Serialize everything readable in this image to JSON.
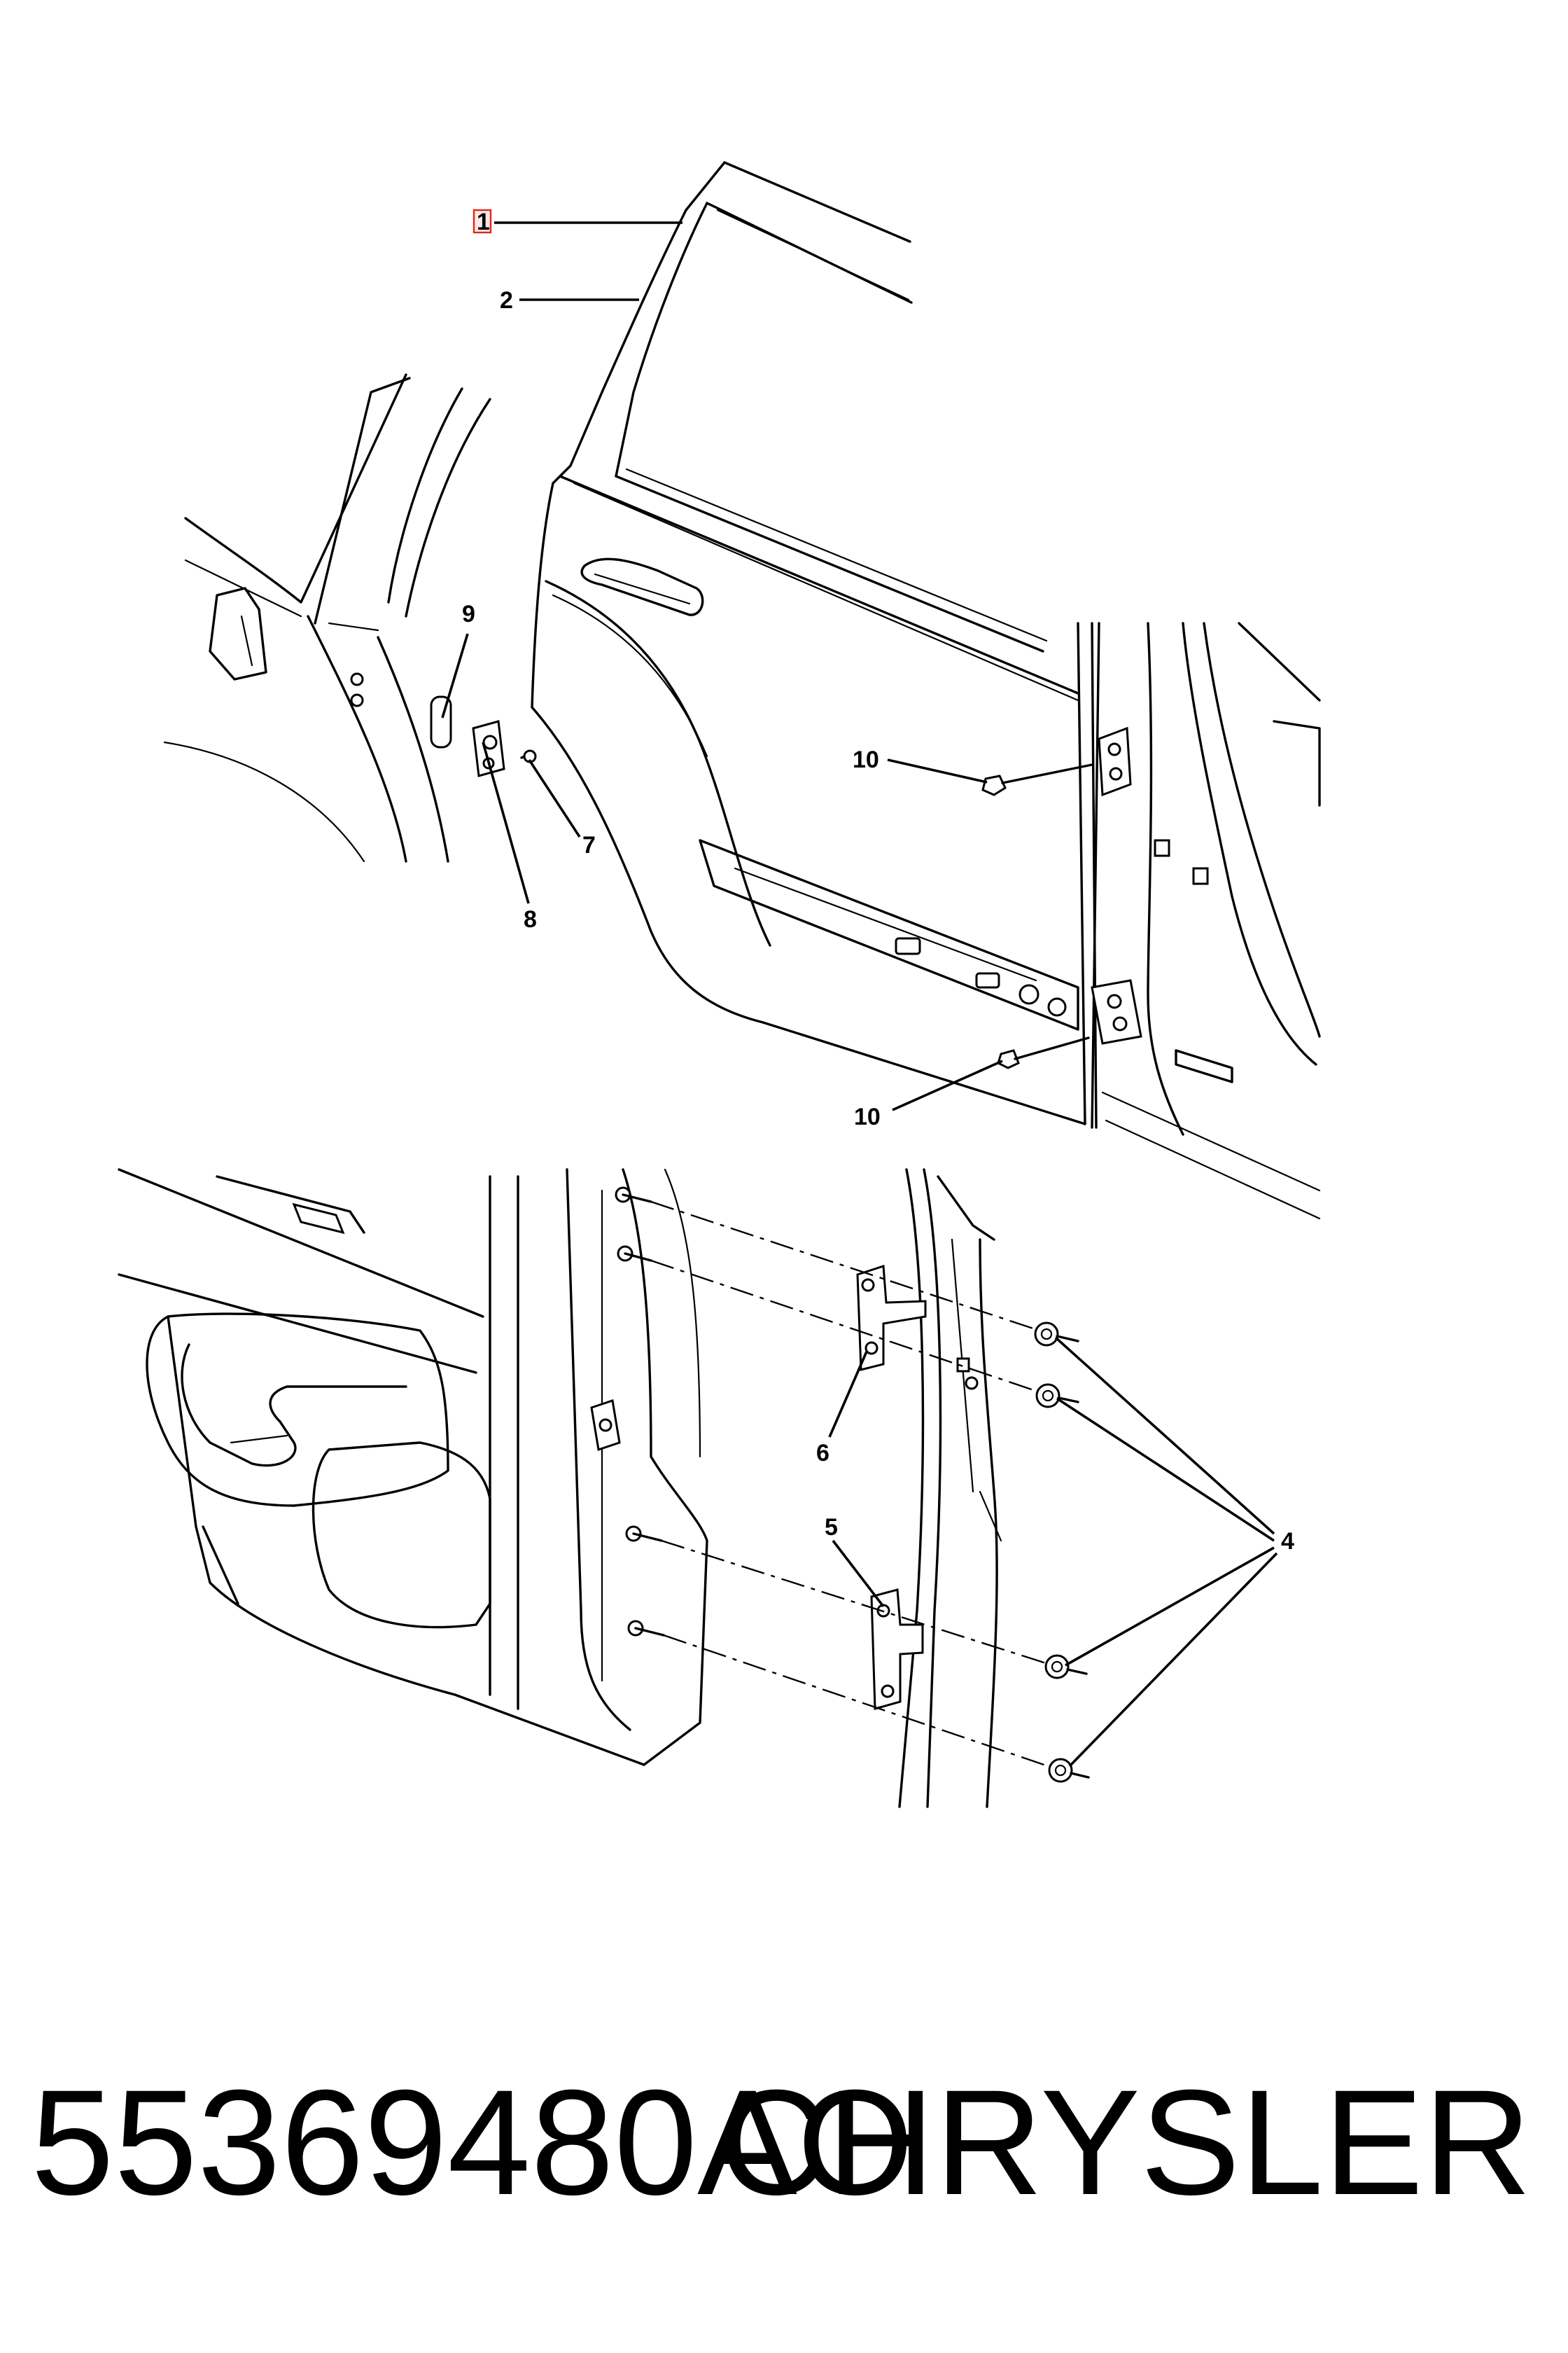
{
  "callouts": {
    "c1": "1",
    "c2": "2",
    "c4": "4",
    "c5": "5",
    "c6": "6",
    "c7": "7",
    "c8": "8",
    "c9": "9",
    "c10a": "10",
    "c10b": "10"
  },
  "footer": {
    "part_number": "55369480AO",
    "brand": "CHRYSLER"
  },
  "colors": {
    "line": "#000000",
    "highlight_border": "#e0261b",
    "highlight_fill": "#fde7e7"
  }
}
